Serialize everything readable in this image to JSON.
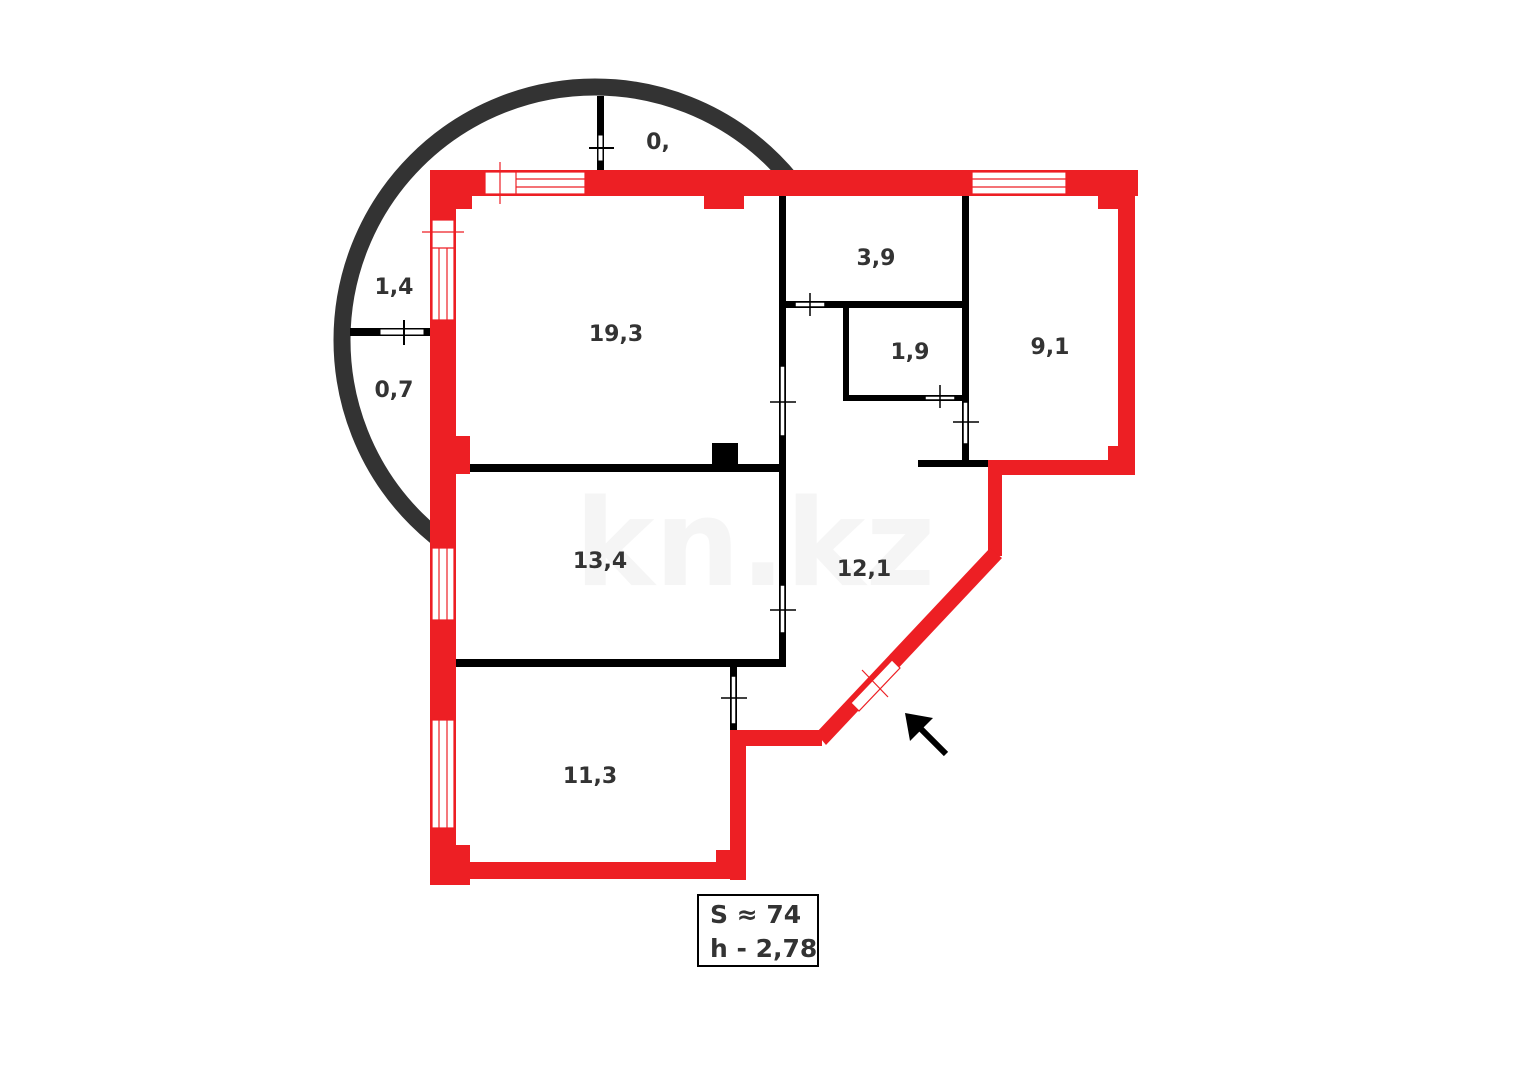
{
  "plan": {
    "rooms": [
      {
        "id": "room-19-3",
        "area": "19,3"
      },
      {
        "id": "room-13-4",
        "area": "13,4"
      },
      {
        "id": "room-11-3",
        "area": "11,3"
      },
      {
        "id": "room-12-1",
        "area": "12,1"
      },
      {
        "id": "room-3-9",
        "area": "3,9"
      },
      {
        "id": "room-1-9",
        "area": "1,9"
      },
      {
        "id": "room-9-1",
        "area": "9,1"
      }
    ],
    "balcony": [
      {
        "id": "balcony-top",
        "area": "0,"
      },
      {
        "id": "balcony-left-upper",
        "area": "1,4"
      },
      {
        "id": "balcony-left-lower",
        "area": "0,7"
      }
    ],
    "summary": {
      "area": "S ≈ 74",
      "height": "h - 2,78"
    },
    "watermark": "kn.kz",
    "colors": {
      "exterior_wall": "#ed1f24",
      "interior_wall": "#000000",
      "balcony_wall": "#333333",
      "text": "#333333"
    },
    "entrance_icon": "arrow-up-left-icon"
  }
}
